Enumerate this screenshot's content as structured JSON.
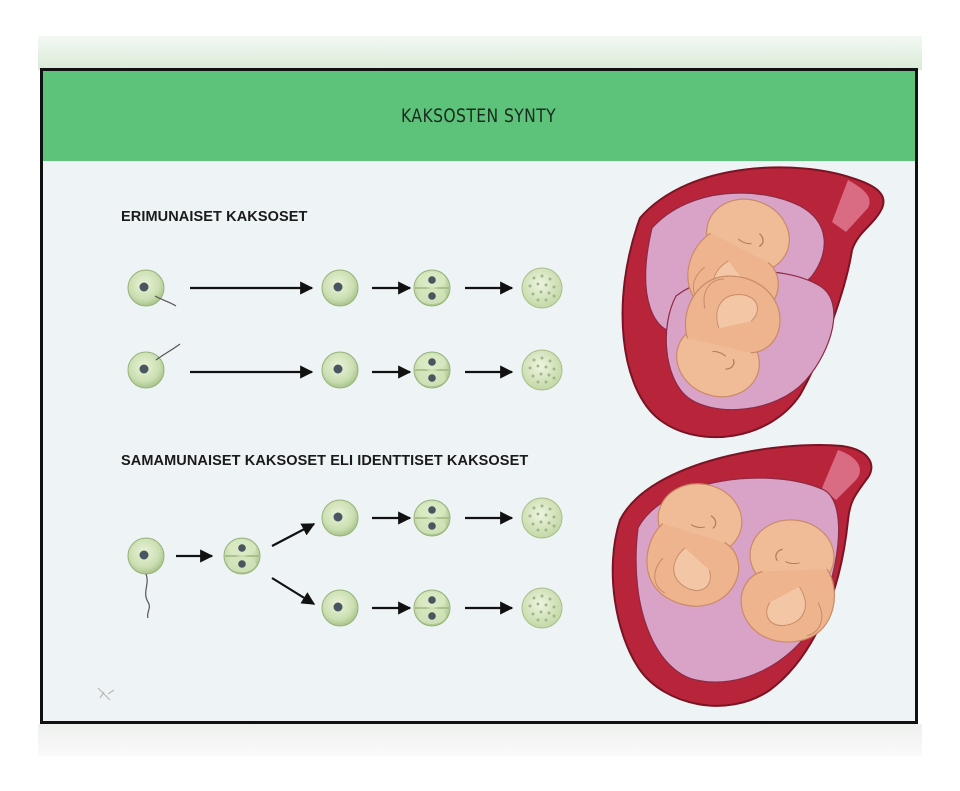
{
  "slide": {
    "title": "KAKSOSTEN SYNTY",
    "sections": [
      {
        "label": "ERIMUNAISET KAKSOSET"
      },
      {
        "label": "SAMAMUNAISET KAKSOSET ELI IDENTTISET KAKSOSET"
      }
    ]
  },
  "colors": {
    "header": "#5dc27a",
    "slide_bg": "#eef4f6",
    "cell": "#c9dcae",
    "uterus": "#b8243a",
    "amnion": "#d9a3c7",
    "fetus": "#f0bc98"
  },
  "icons": [
    "fertilized-egg-icon",
    "two-cell-stage-icon",
    "morula-icon",
    "arrow-icon",
    "uterus-twins-illustration"
  ]
}
